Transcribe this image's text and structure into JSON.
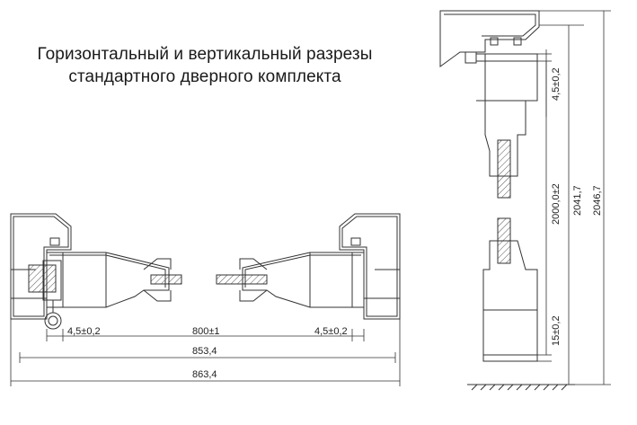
{
  "title": {
    "line1": "Горизонтальный и вертикальный разрезы",
    "line2": "стандартного дверного комплекта"
  },
  "dimensions": {
    "frame_gap_left": "4,5±0,2",
    "opening_width": "800±1",
    "frame_gap_right": "4,5±0,2",
    "frame_width": "853,4",
    "overall_width": "863,4",
    "top_gap": "4,5±0,2",
    "opening_height": "2000,0±2",
    "frame_height": "2041,7",
    "overall_height": "2046,7",
    "bottom_gap": "15±0,2"
  },
  "colors": {
    "line": "#333333",
    "hatch": "#555555",
    "background": "#ffffff"
  }
}
